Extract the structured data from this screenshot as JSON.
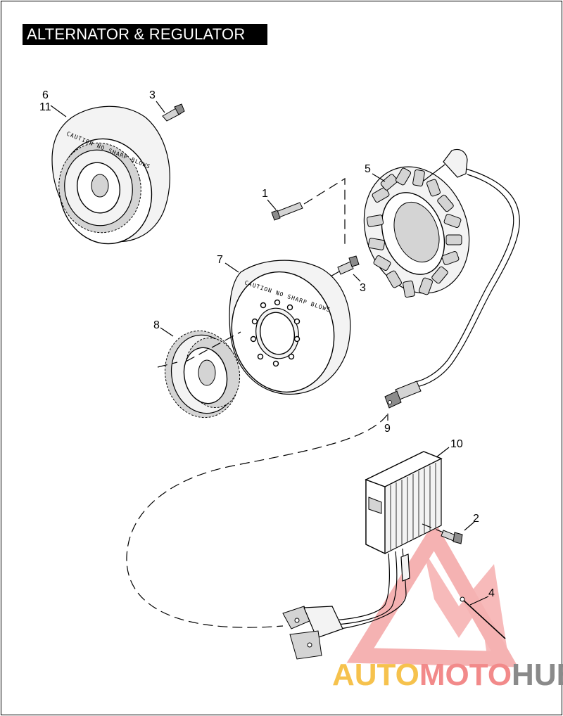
{
  "title": "ALTERNATOR & REGULATOR",
  "caution_text_rotor_a": "CAUTION NO SHARP BLOWS",
  "caution_text_rotor_b": "CAUTION NO SHARP BLOWS",
  "callouts": {
    "c1": "1",
    "c2": "2",
    "c3a": "3",
    "c3b": "3",
    "c4": "4",
    "c5": "5",
    "c6": "6",
    "c7": "7",
    "c8": "8",
    "c9": "9",
    "c10": "10",
    "c11": "11"
  },
  "watermark": {
    "part1": "AUTO",
    "part2": "MOTO",
    "part3": "HUB",
    "color1": "#f6c24d",
    "color2": "#f28a8a",
    "color3": "#8a8a8a",
    "logo_color": "#f4a5a5"
  }
}
